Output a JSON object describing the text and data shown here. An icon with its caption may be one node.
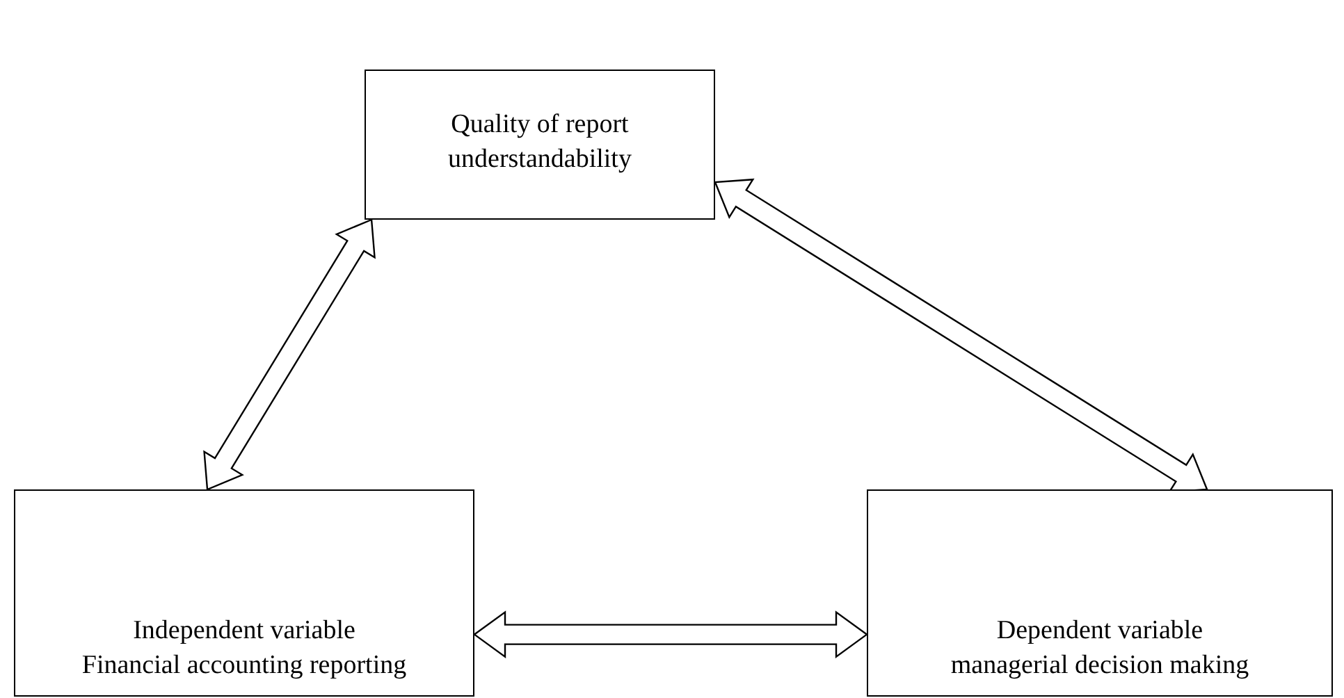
{
  "diagram": {
    "nodes": [
      {
        "text": [
          "Quality of report understandability"
        ]
      },
      {
        "text": [
          "Independent variable",
          "Financial accounting reporting"
        ]
      },
      {
        "text": [
          "Dependent variable",
          "managerial decision making"
        ]
      }
    ],
    "edges": [
      {
        "from": 0,
        "to": 1,
        "arrow": "both"
      },
      {
        "from": 0,
        "to": 2,
        "arrow": "both"
      },
      {
        "from": 1,
        "to": 2,
        "arrow": "both"
      }
    ]
  }
}
